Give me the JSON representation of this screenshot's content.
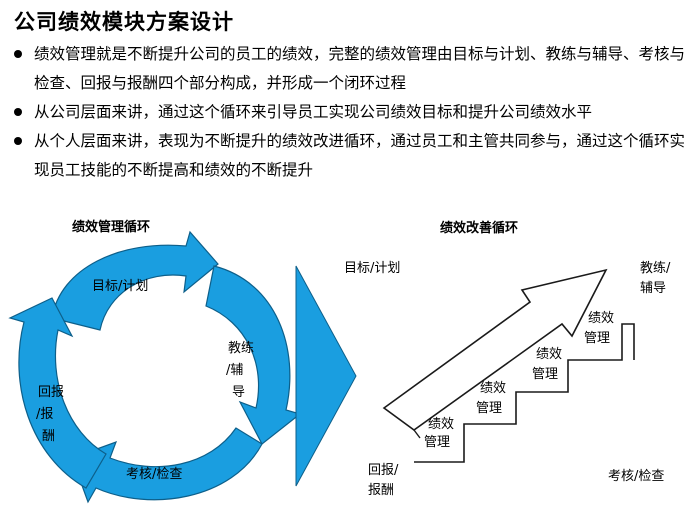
{
  "page": {
    "title": "公司绩效模块方案设计",
    "bullets": [
      "绩效管理就是不断提升公司的员工的绩效，完整的绩效管理由目标与计划、教练与辅导、考核与检查、回报与报酬四个部分构成，并形成一个闭环过程",
      "从公司层面来讲，通过这个循环来引导员工实现公司绩效目标和提升公司绩效水平",
      "从个人层面来讲，表现为不断提升的绩效改进循环，通过员工和主管共同参与，通过这个循环实现员工技能的不断提高和绩效的不断提升"
    ]
  },
  "left_diagram": {
    "title": "绩效管理循环",
    "segments": {
      "top": "目标/计划",
      "right": [
        "教练",
        "/辅",
        "导"
      ],
      "bottom": "考核/检查",
      "left": [
        "回报",
        "/报",
        "酬"
      ]
    }
  },
  "right_diagram": {
    "title": "绩效改善循环",
    "top_left": "目标/计划",
    "top_right": [
      "教练/",
      "辅导"
    ],
    "bottom_left": [
      "回报/",
      "报酬"
    ],
    "bottom_right": "考核/检查",
    "steps": [
      [
        "绩效",
        "管理"
      ],
      [
        "绩效",
        "管理"
      ],
      [
        "绩效",
        "管理"
      ],
      [
        "绩效",
        "管理"
      ]
    ]
  },
  "colors": {
    "arrow_fill": "#1a9ee0",
    "arrow_stroke": "#0d5f8a"
  }
}
